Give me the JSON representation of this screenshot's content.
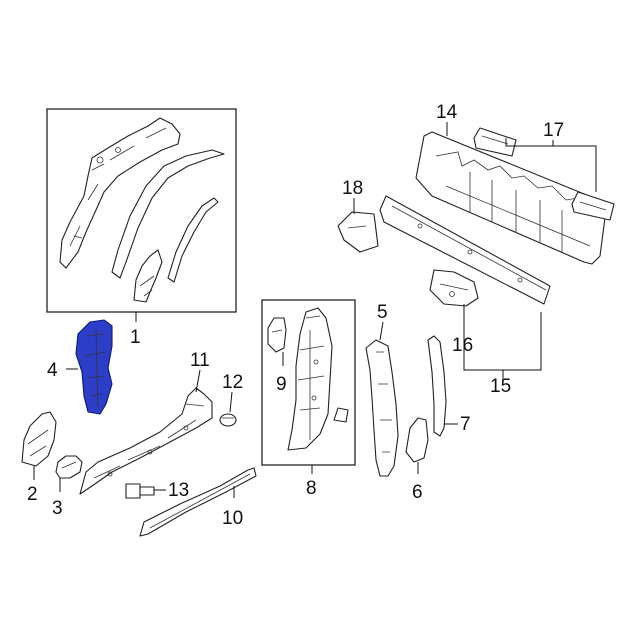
{
  "colors": {
    "highlight": "#2c3ec8",
    "line": "#222222",
    "background": "#ffffff"
  },
  "callouts": {
    "c1": "1",
    "c2": "2",
    "c3": "3",
    "c4": "4",
    "c5": "5",
    "c6": "6",
    "c7": "7",
    "c8": "8",
    "c9": "9",
    "c10": "10",
    "c11": "11",
    "c12": "12",
    "c13": "13",
    "c14": "14",
    "c15": "15",
    "c16": "16",
    "c17": "17",
    "c18": "18"
  },
  "highlighted_part": "4"
}
